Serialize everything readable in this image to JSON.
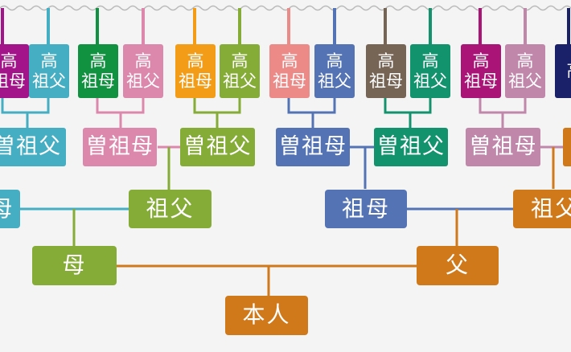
{
  "colors": {
    "line_orange": "#d0791b",
    "line_green": "#85ac37",
    "line_blue": "#5473b4",
    "line_teal": "#45aec3"
  },
  "tree": {
    "self": {
      "label": "本人",
      "color": "#d0791b"
    },
    "mother": {
      "label": "母",
      "color": "#85ac37"
    },
    "father": {
      "label": "父",
      "color": "#d0791b"
    },
    "grandparents": [
      {
        "label": "母",
        "color": "#45aec3"
      },
      {
        "label": "祖父",
        "color": "#85ac37"
      },
      {
        "label": "祖母",
        "color": "#5473b4"
      },
      {
        "label": "祖父",
        "color": "#d0791b"
      }
    ],
    "great_grandparents": [
      {
        "label": "曽祖父",
        "color": "#45aec3"
      },
      {
        "label": "曽祖母",
        "color": "#dc88ac"
      },
      {
        "label": "曽祖父",
        "color": "#85ac37"
      },
      {
        "label": "曽祖母",
        "color": "#5473b4"
      },
      {
        "label": "曽祖父",
        "color": "#13936d"
      },
      {
        "label": "曽祖母",
        "color": "#c087ab"
      },
      {
        "label": "",
        "color": "#d0791b"
      }
    ],
    "great_great_grandparents": [
      {
        "top": "高",
        "bottom": "祖母",
        "color": "#a3148a"
      },
      {
        "top": "高",
        "bottom": "祖父",
        "color": "#45aec3"
      },
      {
        "top": "高",
        "bottom": "祖母",
        "color": "#119241"
      },
      {
        "top": "高",
        "bottom": "祖父",
        "color": "#dc88ac"
      },
      {
        "top": "高",
        "bottom": "祖母",
        "color": "#f29c17"
      },
      {
        "top": "高",
        "bottom": "祖父",
        "color": "#85ac37"
      },
      {
        "top": "高",
        "bottom": "祖母",
        "color": "#ec8a87"
      },
      {
        "top": "高",
        "bottom": "祖父",
        "color": "#5473b4"
      },
      {
        "top": "高",
        "bottom": "祖母",
        "color": "#766455"
      },
      {
        "top": "高",
        "bottom": "祖父",
        "color": "#13936d"
      },
      {
        "top": "高",
        "bottom": "祖母",
        "color": "#ab1477"
      },
      {
        "top": "高",
        "bottom": "祖父",
        "color": "#c087ab"
      },
      {
        "top": "高",
        "bottom": "",
        "color": "#1a2168"
      }
    ]
  }
}
